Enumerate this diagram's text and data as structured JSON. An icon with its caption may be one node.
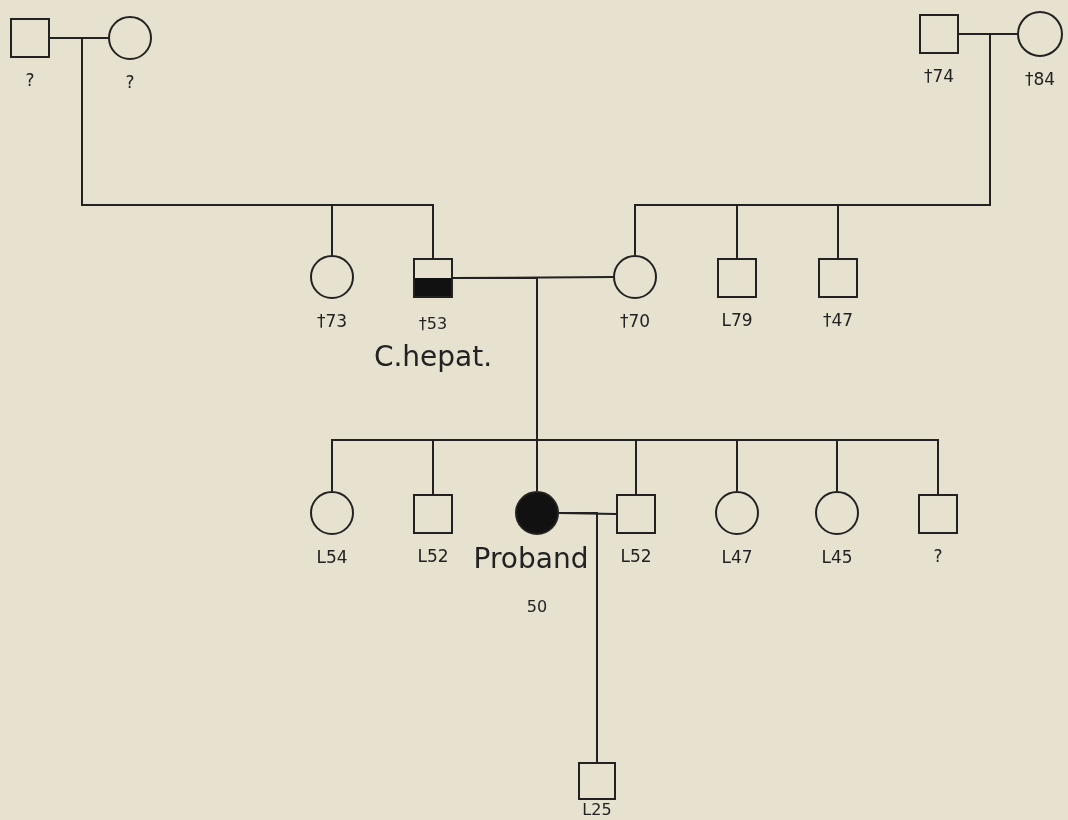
{
  "diagram": {
    "nodes": [
      {
        "text": [],
        "shape": "box",
        "beside": [
          "?"
        ]
      },
      {
        "text": [],
        "shape": "circle",
        "beside": [
          "?"
        ]
      },
      {
        "text": [],
        "shape": "box",
        "beside": [
          "†74"
        ]
      },
      {
        "text": [],
        "shape": "circle",
        "beside": [
          "†84"
        ]
      },
      {
        "text": [],
        "shape": "circle",
        "beside": [
          "†73"
        ]
      },
      {
        "text": [],
        "shape": "box",
        "beside": [
          "†53",
          "C.hepat."
        ]
      },
      {
        "text": [],
        "shape": "circle",
        "beside": [
          "†70"
        ]
      },
      {
        "text": [],
        "shape": "box",
        "beside": [
          "L79"
        ]
      },
      {
        "text": [],
        "shape": "box",
        "beside": [
          "†47"
        ]
      },
      {
        "text": [],
        "shape": "circle",
        "beside": [
          "L54"
        ]
      },
      {
        "text": [],
        "shape": "box",
        "beside": [
          "L52"
        ]
      },
      {
        "text": [],
        "shape": "circle",
        "beside": [
          "Proband",
          "50"
        ]
      },
      {
        "text": [],
        "shape": "box",
        "beside": [
          "L52"
        ]
      },
      {
        "text": [],
        "shape": "circle",
        "beside": [
          "L47"
        ]
      },
      {
        "text": [],
        "shape": "circle",
        "beside": [
          "L45"
        ]
      },
      {
        "text": [],
        "shape": "box",
        "beside": [
          "?"
        ]
      },
      {
        "text": [],
        "shape": "box",
        "beside": [
          "L25"
        ]
      }
    ],
    "edges": [
      {
        "from": 0,
        "to": 1,
        "arrow": "none"
      },
      {
        "from": 0,
        "to": 4,
        "arrow": "none"
      },
      {
        "from": 0,
        "to": 5,
        "arrow": "none"
      },
      {
        "from": 2,
        "to": 3,
        "arrow": "none"
      },
      {
        "from": 2,
        "to": 6,
        "arrow": "none"
      },
      {
        "from": 2,
        "to": 7,
        "arrow": "none"
      },
      {
        "from": 2,
        "to": 8,
        "arrow": "none"
      },
      {
        "from": 5,
        "to": 6,
        "arrow": "none"
      },
      {
        "from": 5,
        "to": 9,
        "arrow": "none"
      },
      {
        "from": 5,
        "to": 10,
        "arrow": "none"
      },
      {
        "from": 5,
        "to": 11,
        "arrow": "none"
      },
      {
        "from": 5,
        "to": 12,
        "arrow": "none"
      },
      {
        "from": 5,
        "to": 13,
        "arrow": "none"
      },
      {
        "from": 5,
        "to": 14,
        "arrow": "none"
      },
      {
        "from": 5,
        "to": 15,
        "arrow": "none"
      },
      {
        "from": 11,
        "to": 12,
        "arrow": "none"
      },
      {
        "from": 11,
        "to": 16,
        "arrow": "none"
      }
    ]
  }
}
